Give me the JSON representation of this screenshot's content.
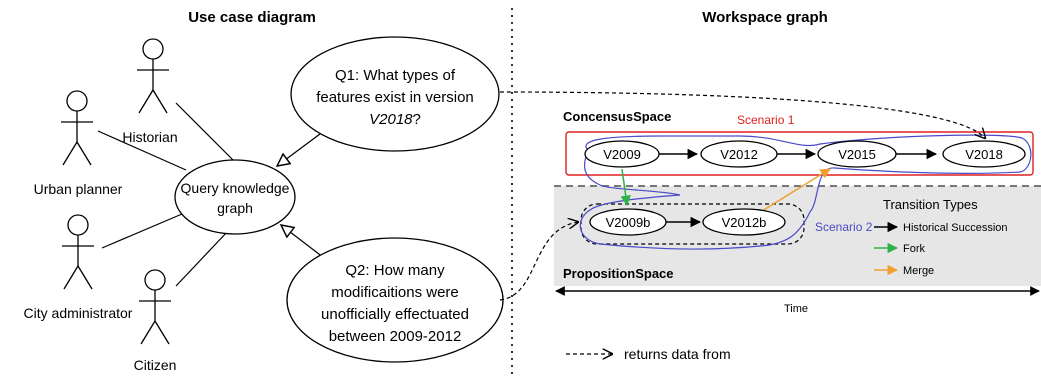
{
  "left_title": "Use case diagram",
  "right_title": "Workspace graph",
  "actors": {
    "historian": "Historian",
    "urban_planner": "Urban planner",
    "city_administrator": "City administrator",
    "citizen": "Citizen"
  },
  "use_case": {
    "line1": "Query knowledge",
    "line2": "graph"
  },
  "q1": {
    "line1": "Q1: What types of",
    "line2": "features exist in version",
    "line3": "V2018",
    "line3_suffix": "?"
  },
  "q2": {
    "line1": "Q2: How many",
    "line2": "modificaitions were",
    "line3": "unofficially effectuated",
    "line4": "between 2009-2012"
  },
  "consensus_space": "ConcensusSpace",
  "proposition_space": "PropositionSpace",
  "scenario1": "Scenario 1",
  "scenario2": "Scenario 2",
  "versions": {
    "v2009": "V2009",
    "v2012": "V2012",
    "v2015": "V2015",
    "v2018": "V2018",
    "v2009b": "V2009b",
    "v2012b": "V2012b"
  },
  "legend": {
    "title": "Transition Types",
    "items": [
      {
        "label": "Historical Succession",
        "color": "#000000"
      },
      {
        "label": "Fork",
        "color": "#2db34a"
      },
      {
        "label": "Merge",
        "color": "#f0a030"
      }
    ]
  },
  "time_label": "Time",
  "returns_legend": "returns data from",
  "colors": {
    "scenario1": "#e02020",
    "scenario2": "#4a4ac8",
    "fork": "#2db34a",
    "merge": "#f0a030",
    "proposition_bg": "#e6e6e6"
  }
}
